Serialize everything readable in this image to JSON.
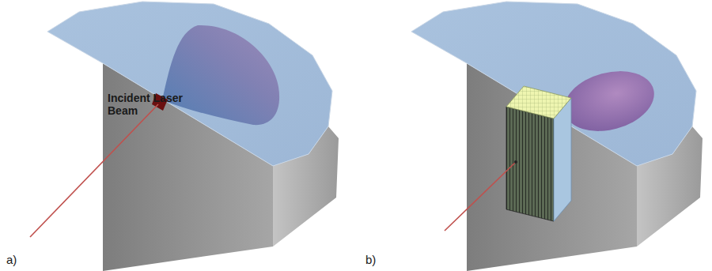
{
  "diagram": {
    "labels": [
      "Incident Laser Beam",
      "a)",
      "b)"
    ]
  }
}
